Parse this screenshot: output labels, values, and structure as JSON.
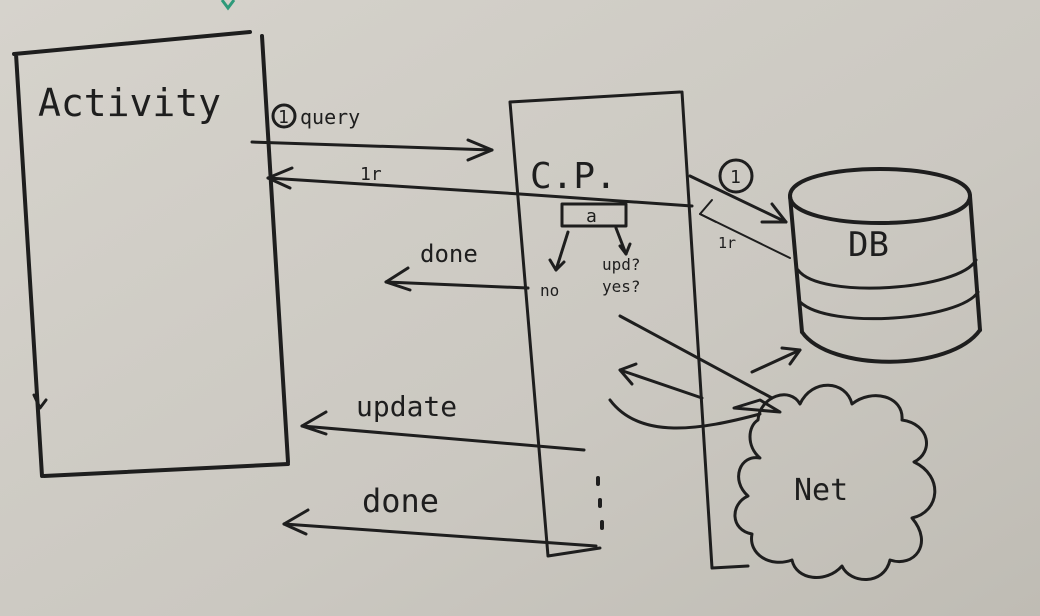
{
  "diagram": {
    "nodes": {
      "activity": "Activity",
      "content_provider": "C.P.",
      "content_provider_inner": "a",
      "database": "DB",
      "network": "Net"
    },
    "edges": {
      "query_step": "1",
      "query": "query",
      "cp_db_step": "1",
      "return_left": "1r",
      "return_db": "1r",
      "done_first": "done",
      "branch_no": "no",
      "branch_question": "upd?",
      "branch_yes": "yes?",
      "update": "update",
      "done_final": "done"
    }
  },
  "colors": {
    "ink": "#1e1e1e",
    "board": "#cfccc5"
  }
}
